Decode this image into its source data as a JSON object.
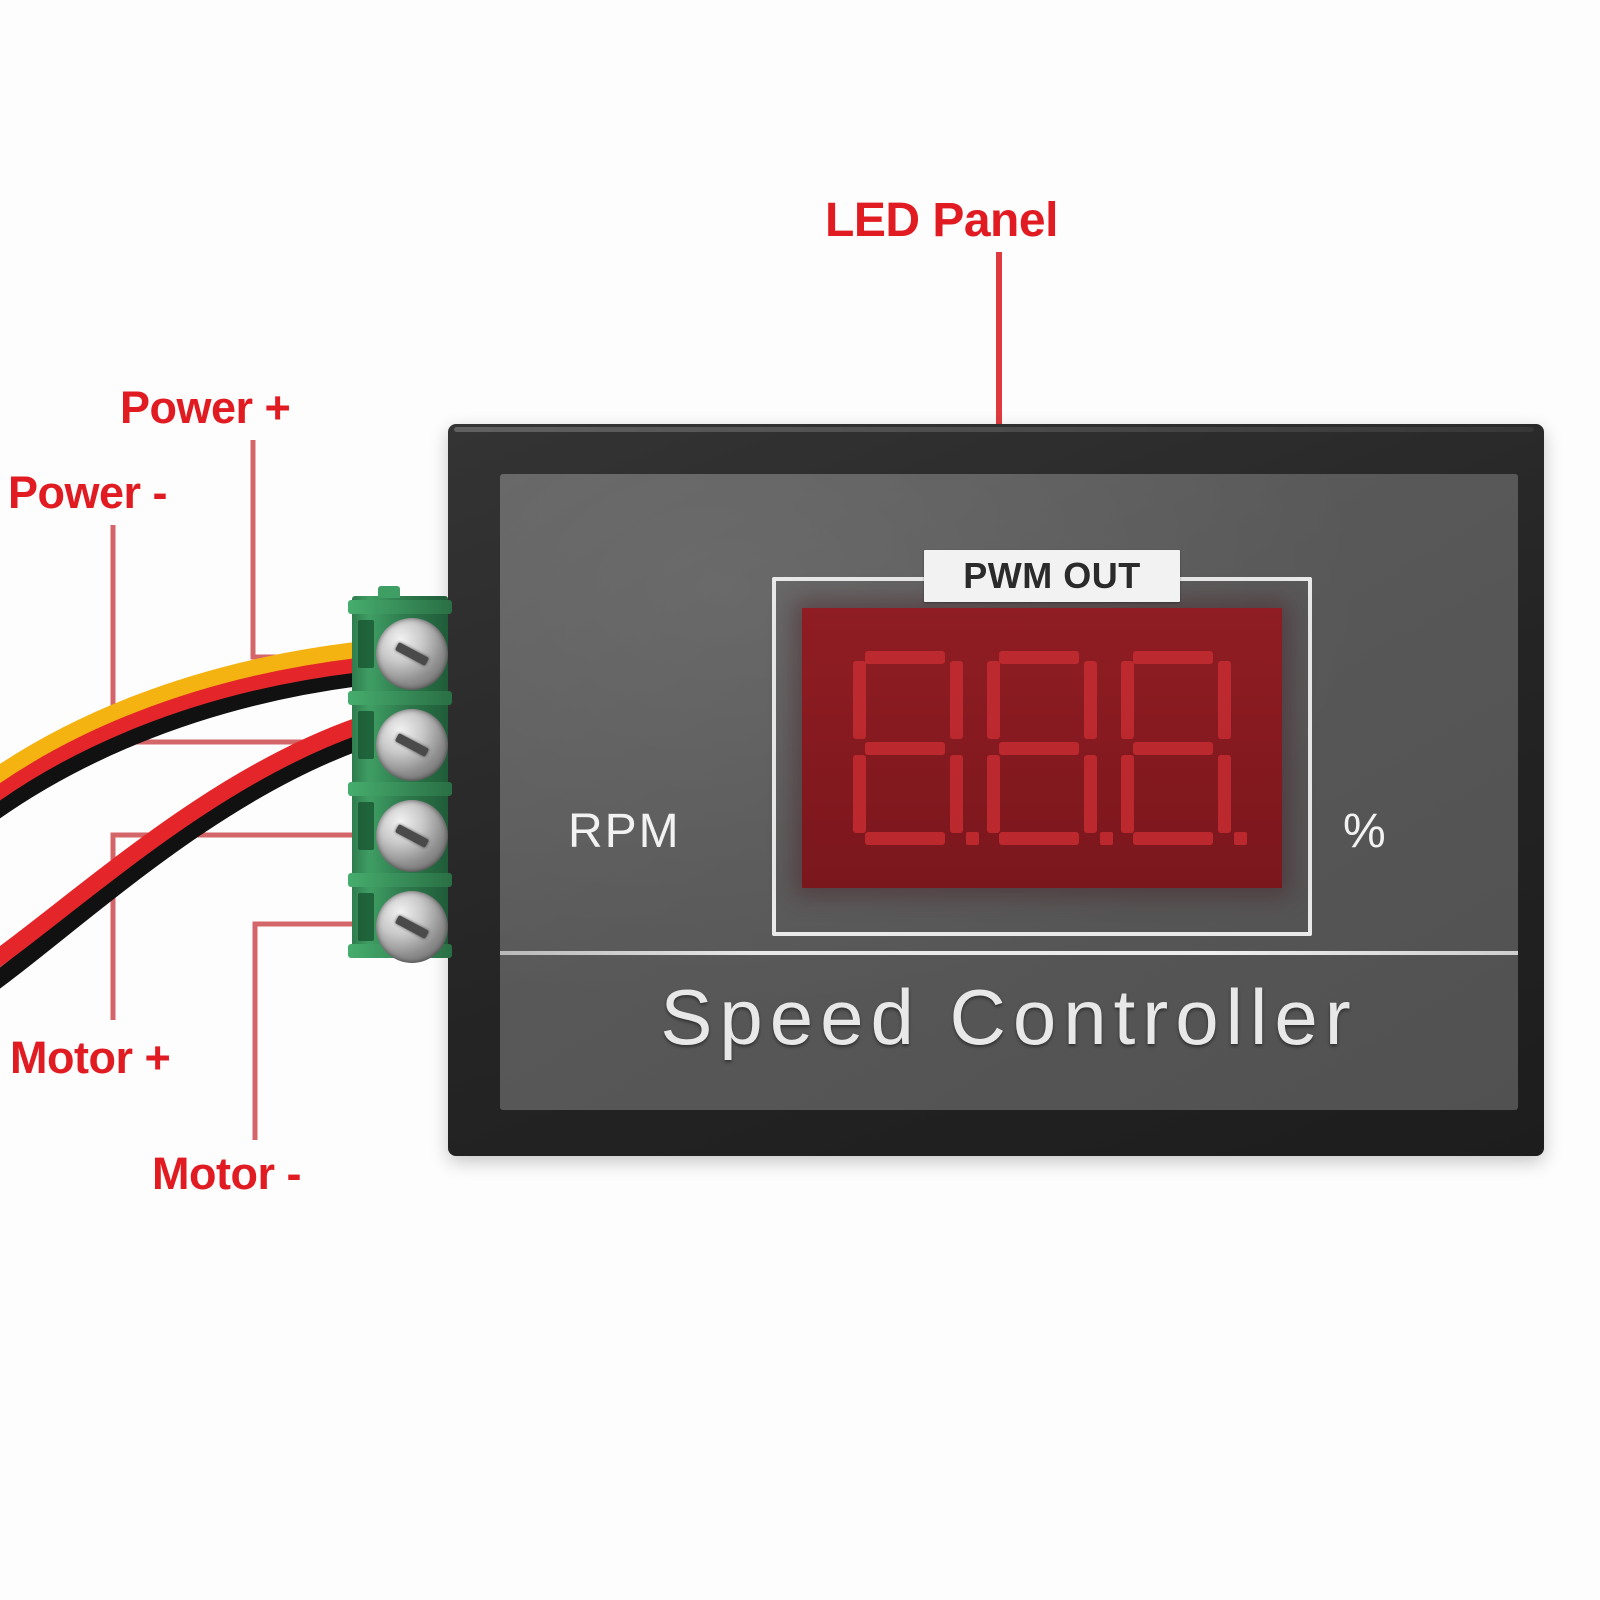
{
  "product": {
    "brand_text": "Speed Controller",
    "display_label": "PWM OUT",
    "left_unit": "RPM",
    "right_unit": "%",
    "led_digits": [
      "8",
      "8",
      "8"
    ],
    "led_state": "unlit-ghost-segments",
    "digit_count": 3,
    "terminal_count": 4
  },
  "annotations": {
    "led_panel": "LED Panel",
    "power_plus": "Power +",
    "power_minus": "Power -",
    "motor_plus": "Motor +",
    "motor_minus": "Motor -"
  },
  "colors": {
    "annotation_red": "#e11b22",
    "leader_line": "#d4666a",
    "bezel_black": "#2c2c2c",
    "face_gray": "#585858",
    "led_lens_red": "#861a20",
    "led_segment_red": "#c02a30",
    "terminal_green": "#3f9e63",
    "screw_silver": "#c9c9c9",
    "label_white": "#f2f2f2",
    "wire_red": "#e4262a",
    "wire_yellow": "#f5b312",
    "wire_black": "#111111"
  },
  "wires": {
    "power_bundle": [
      "red",
      "yellow",
      "black"
    ],
    "motor_bundle": [
      "red",
      "black"
    ]
  }
}
